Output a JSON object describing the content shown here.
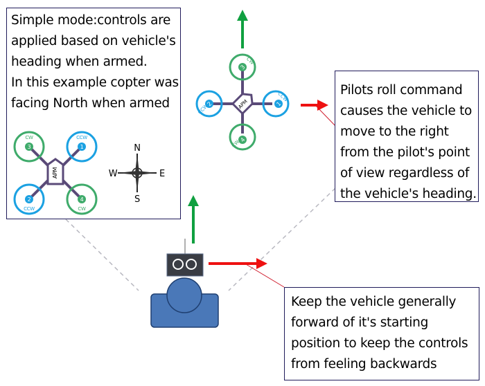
{
  "boxes": {
    "simple_mode": {
      "lines": [
        "Simple mode:controls are",
        "applied based on vehicle's",
        "heading when armed.",
        "In this example copter was",
        "facing North when armed"
      ]
    },
    "roll_command": {
      "lines": [
        "Pilots roll command",
        "causes the vehicle to",
        "move to the right",
        "from the pilot's point",
        "of view regardless of",
        "the vehicle's heading."
      ]
    },
    "keep_forward": {
      "lines": [
        "Keep the vehicle generally",
        "forward of it's starting",
        "position to keep the controls",
        "from feeling backwards"
      ]
    }
  },
  "compass": {
    "north": "N",
    "south": "S",
    "east": "E",
    "west": "W"
  },
  "quad_diagram": {
    "controller_label": "APM",
    "motors": [
      {
        "number": "1",
        "rotation": "CCW",
        "color": "#1ba1e2"
      },
      {
        "number": "2",
        "rotation": "CCW",
        "color": "#1ba1e2"
      },
      {
        "number": "3",
        "rotation": "CW",
        "color": "#3fab6b"
      },
      {
        "number": "4",
        "rotation": "CW",
        "color": "#3fab6b"
      }
    ]
  },
  "colors": {
    "forward_arrow": "#10a040",
    "roll_arrow": "#ee1111",
    "frame": "#5a4a78",
    "pilot": "#4a78b8",
    "transmitter": "#3a3d44",
    "box_border": "#1f1a5a"
  }
}
